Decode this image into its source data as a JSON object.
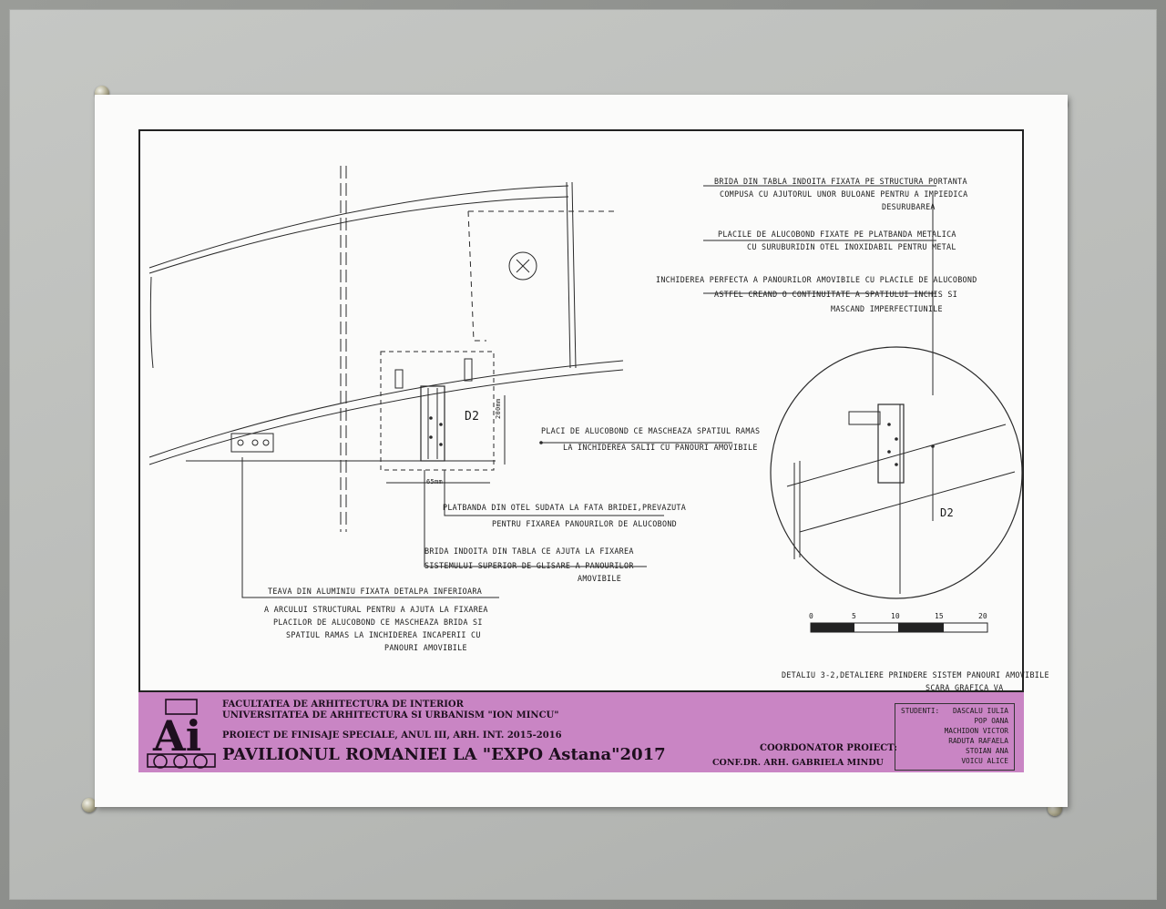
{
  "drawing": {
    "detail_tag_left": "D2",
    "detail_tag_right": "D2",
    "dim_vertical": "200mm",
    "dim_horizontal": "65mm",
    "callouts": {
      "brida_line1": "BRIDA DIN TABLA INDOITA FIXATA PE STRUCTURA PORTANTA",
      "brida_line2": "COMPUSA CU AJUTORUL UNOR BULOANE PENTRU A IMPIEDICA",
      "brida_line3": "DESURUBAREA",
      "placile_line1": "PLACILE DE ALUCOBOND FIXATE PE PLATBANDA METALICA",
      "placile_line2": "CU SURUBURIDIN OTEL INOXIDABIL PENTRU METAL",
      "inchiderea_line1": "INCHIDEREA PERFECTA A PANOURILOR AMOVIBILE CU PLACILE DE ALUCOBOND",
      "inchiderea_line2": "ASTFEL CREAND O CONTINUITATE A SPATIULUI INCHIS SI",
      "inchiderea_line3": "MASCAND IMPERFECTIUNILE",
      "placi_line1": "PLACI DE ALUCOBOND CE MASCHEAZA SPATIUL RAMAS",
      "placi_line2": "LA INCHIDEREA SALII CU PANOURI AMOVIBILE",
      "platbanda_line1": "PLATBANDA DIN OTEL SUDATA LA FATA BRIDEI,PREVAZUTA",
      "platbanda_line2": "PENTRU FIXAREA PANOURILOR DE ALUCOBOND",
      "brida2_line1": "BRIDA INDOITA DIN TABLA CE AJUTA LA FIXAREA",
      "brida2_line2": "SISTEMULUI SUPERIOR DE GLISARE A PANOURILOR",
      "brida2_line3": "AMOVIBILE",
      "teava_line1": "TEAVA DIN ALUMINIU FIXATA DETALPA INFERIOARA",
      "teava_line2": "A ARCULUI STRUCTURAL PENTRU A AJUTA LA FIXAREA",
      "teava_line3": "PLACILOR DE ALUCOBOND CE MASCHEAZA BRIDA SI",
      "teava_line4": "SPATIUL RAMAS LA INCHIDEREA INCAPERII CU",
      "teava_line5": "PANOURI AMOVIBILE"
    },
    "scale_ticks": [
      "0",
      "5",
      "10",
      "15",
      "20"
    ],
    "detail_caption_line1": "DETALIU 3-2,DETALIERE PRINDERE SISTEM PANOURI AMOVIBILE",
    "detail_caption_line2": "SCARA GRAFICA VA"
  },
  "titleblock": {
    "faculty": "FACULTATEA DE ARHITECTURA DE INTERIOR",
    "university": "UNIVERSITATEA DE ARHITECTURA SI URBANISM \"ION MINCU\"",
    "project": "PROIECT DE FINISAJE SPECIALE, ANUL III, ARH. INT. 2015-2016",
    "title": "PAVILIONUL ROMANIEI LA \"EXPO Astana\"2017",
    "coordinator_label": "COORDONATOR PROIECT:",
    "coordinator_name": "CONF.DR. ARH.  GABRIELA MINDU",
    "students_label": "STUDENTI:",
    "students": [
      "DASCALU IULIA",
      "POP OANA",
      "MACHIDON VICTOR",
      "RADUTA RAFAELA",
      "STOIAN ANA",
      "VOICU ALICE"
    ],
    "logo_text": "Ai"
  },
  "colors": {
    "title_band": "#c985c4",
    "paper": "#fbfbfa",
    "mount": "#bfc1be"
  }
}
